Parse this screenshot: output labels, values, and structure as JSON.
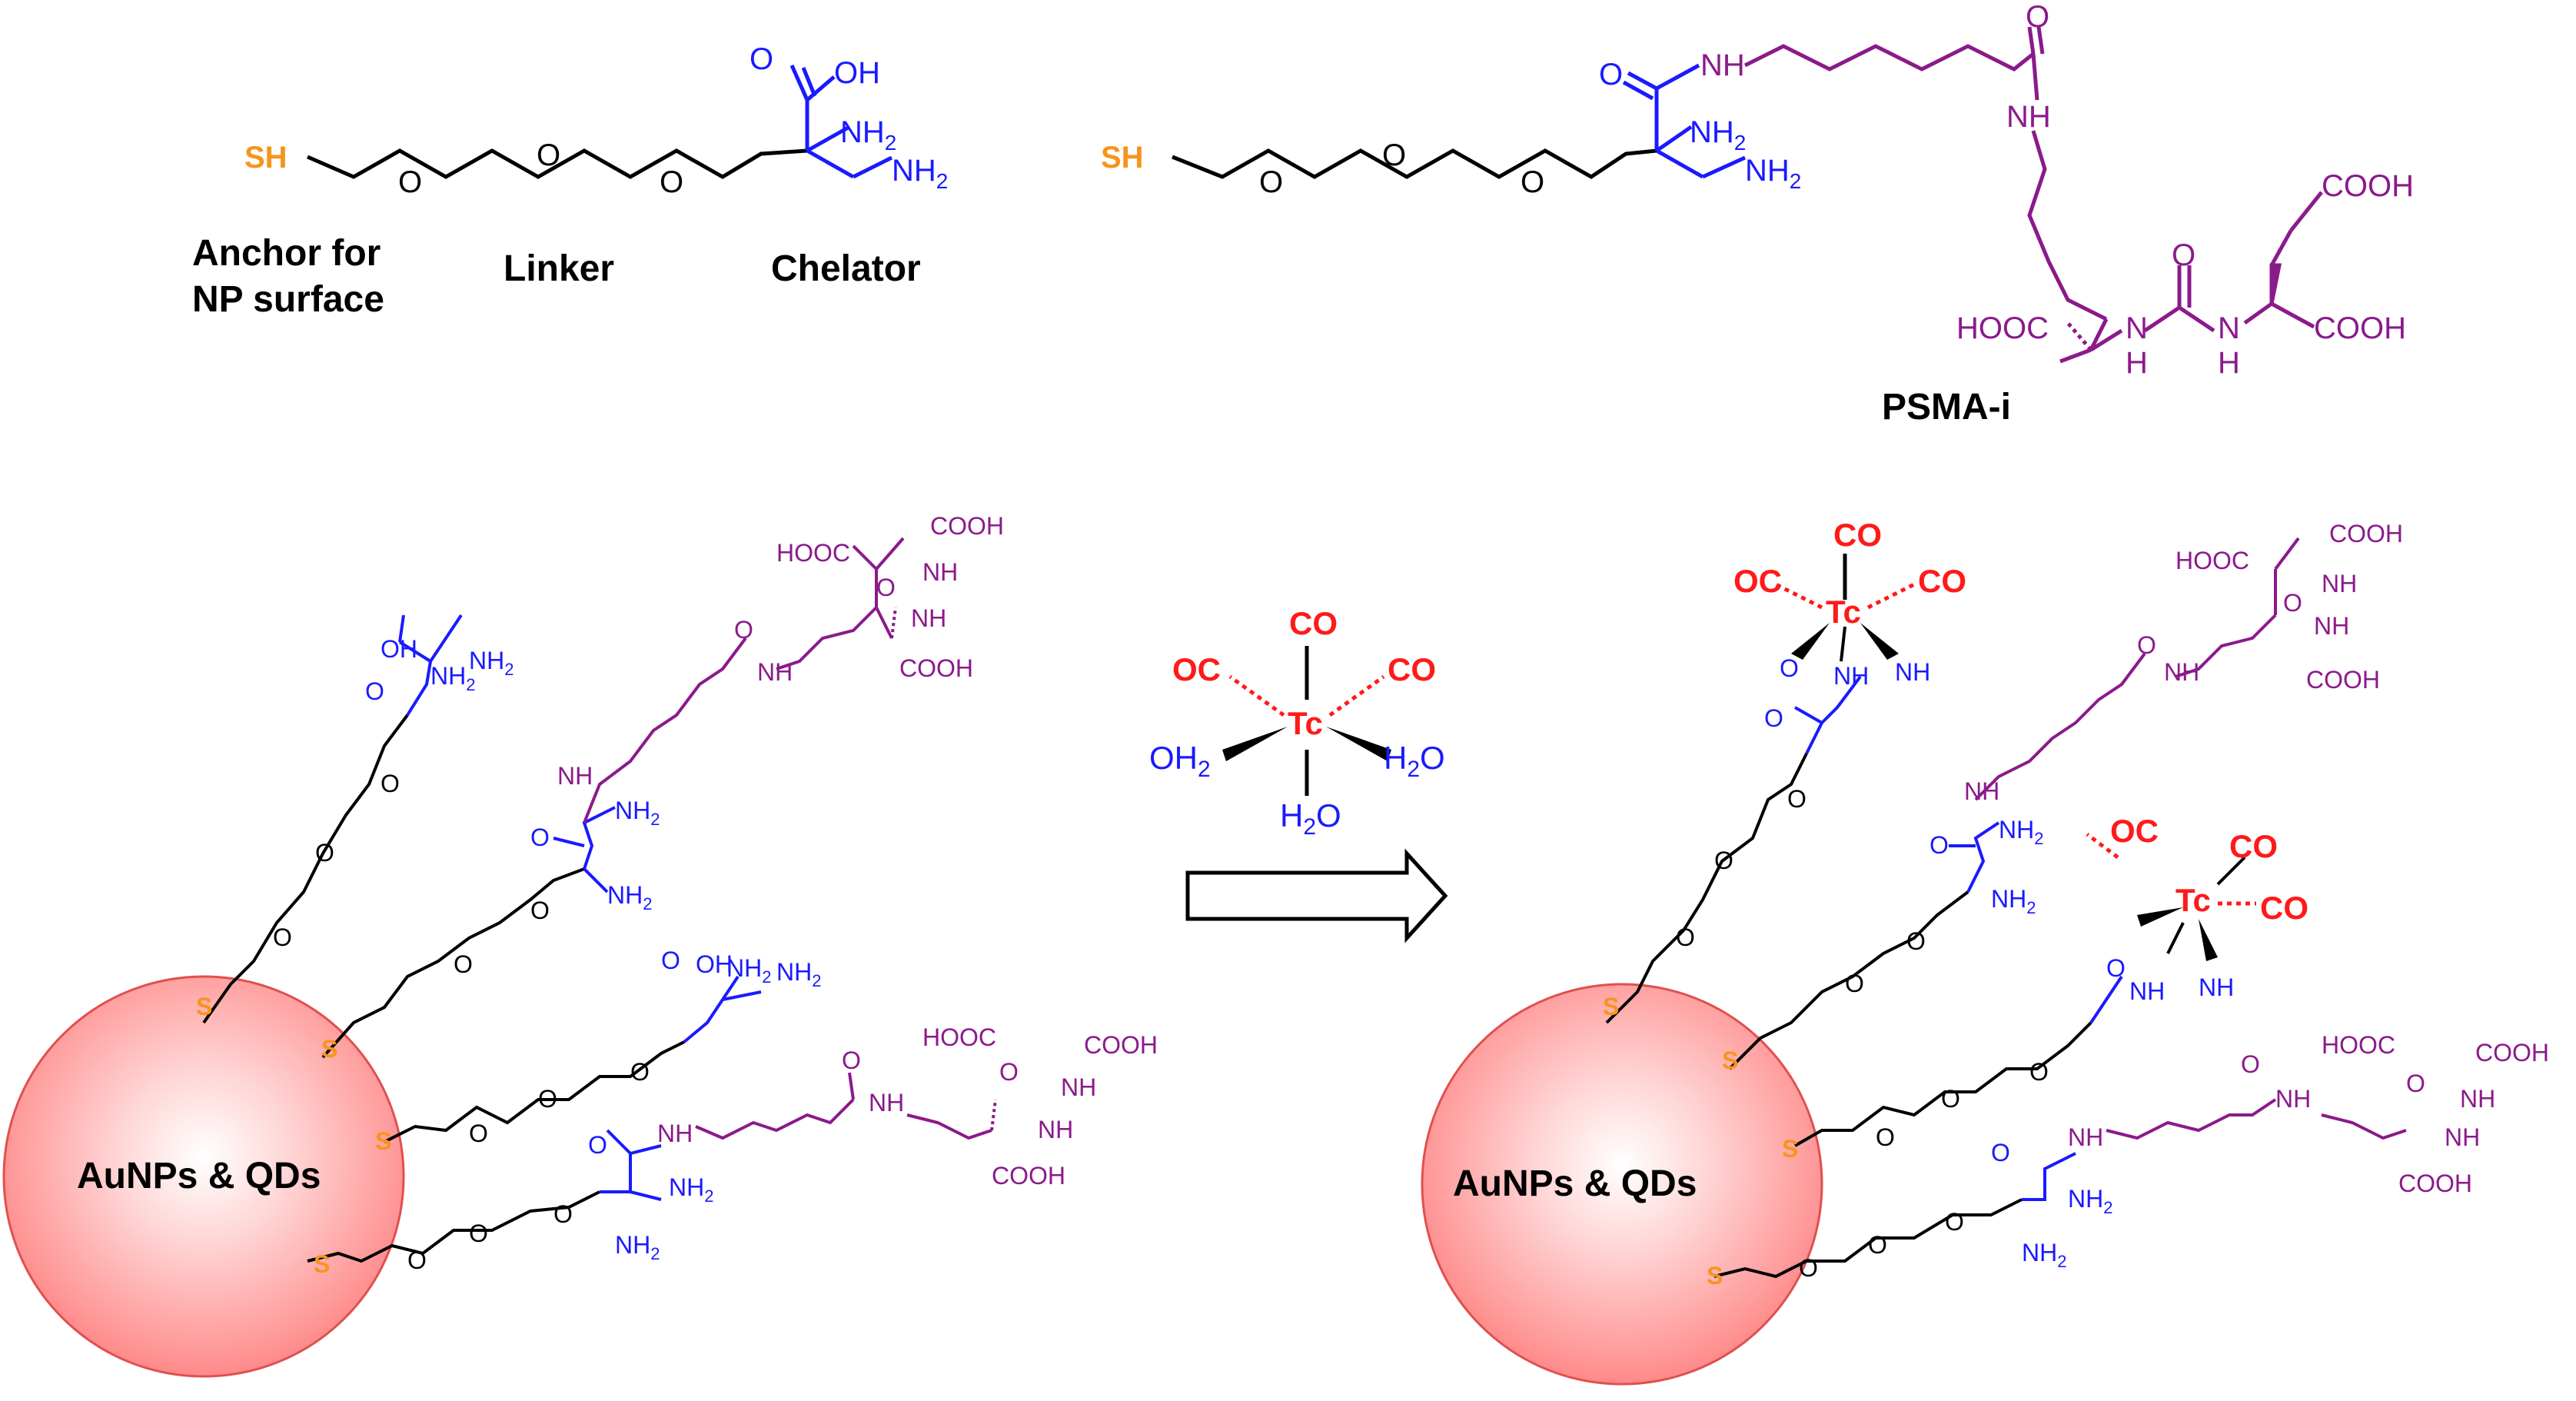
{
  "colors": {
    "anchor": "#f7941d",
    "chelator": "#1a1aff",
    "target": "#8b1a8b",
    "technetium": "#ff1a1a",
    "bond": "#000000",
    "np_fill": "#ff9a9a"
  },
  "top": {
    "thiol": "SH",
    "ether_o": "O",
    "acid": "OH",
    "amine": "NH2",
    "amine_parts": {
      "base": "NH",
      "sub": "2"
    },
    "carbonyl_o": "O",
    "amide_nh": "NH",
    "labels": {
      "anchor_line1": "Anchor for",
      "anchor_line2": "NP surface",
      "linker": "Linker",
      "chelator": "Chelator",
      "psma": "PSMA-i"
    },
    "psma": {
      "cooh": "COOH",
      "hooc": "HOOC",
      "h": "H",
      "n": "N",
      "o": "O",
      "nh": "NH"
    }
  },
  "reagent": {
    "metal": "Tc",
    "co": "CO",
    "oc": "OC",
    "water_left": "OH2",
    "water_right": "H2O",
    "water_bottom": "H2O"
  },
  "nanoparticle": {
    "label_left": "AuNPs & QDs",
    "label_right": "AuNPs & QDs",
    "sulfur": "S"
  },
  "complex": {
    "metal": "Tc",
    "co": "CO",
    "oc": "OC",
    "nh": "NH",
    "o": "O"
  }
}
